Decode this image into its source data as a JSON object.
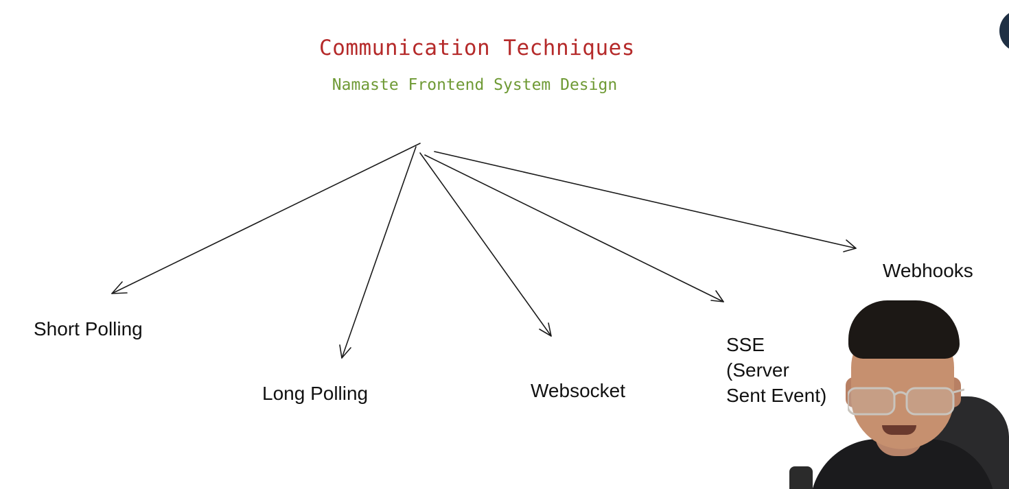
{
  "header": {
    "title": "Communication Techniques",
    "subtitle": "Namaste Frontend System Design"
  },
  "colors": {
    "title": "#b52a2a",
    "subtitle": "#6f9a35",
    "arrow": "#1a1a1a",
    "text": "#111111",
    "badge": "#1f3044"
  },
  "nodes": [
    {
      "label": "Short Polling"
    },
    {
      "label": "Long Polling"
    },
    {
      "label": "Websocket"
    },
    {
      "label_lines": [
        "SSE",
        "(Server",
        "Sent Event)"
      ]
    },
    {
      "label": "Webhooks"
    }
  ],
  "overlay": {
    "type": "presenter-webcam"
  }
}
